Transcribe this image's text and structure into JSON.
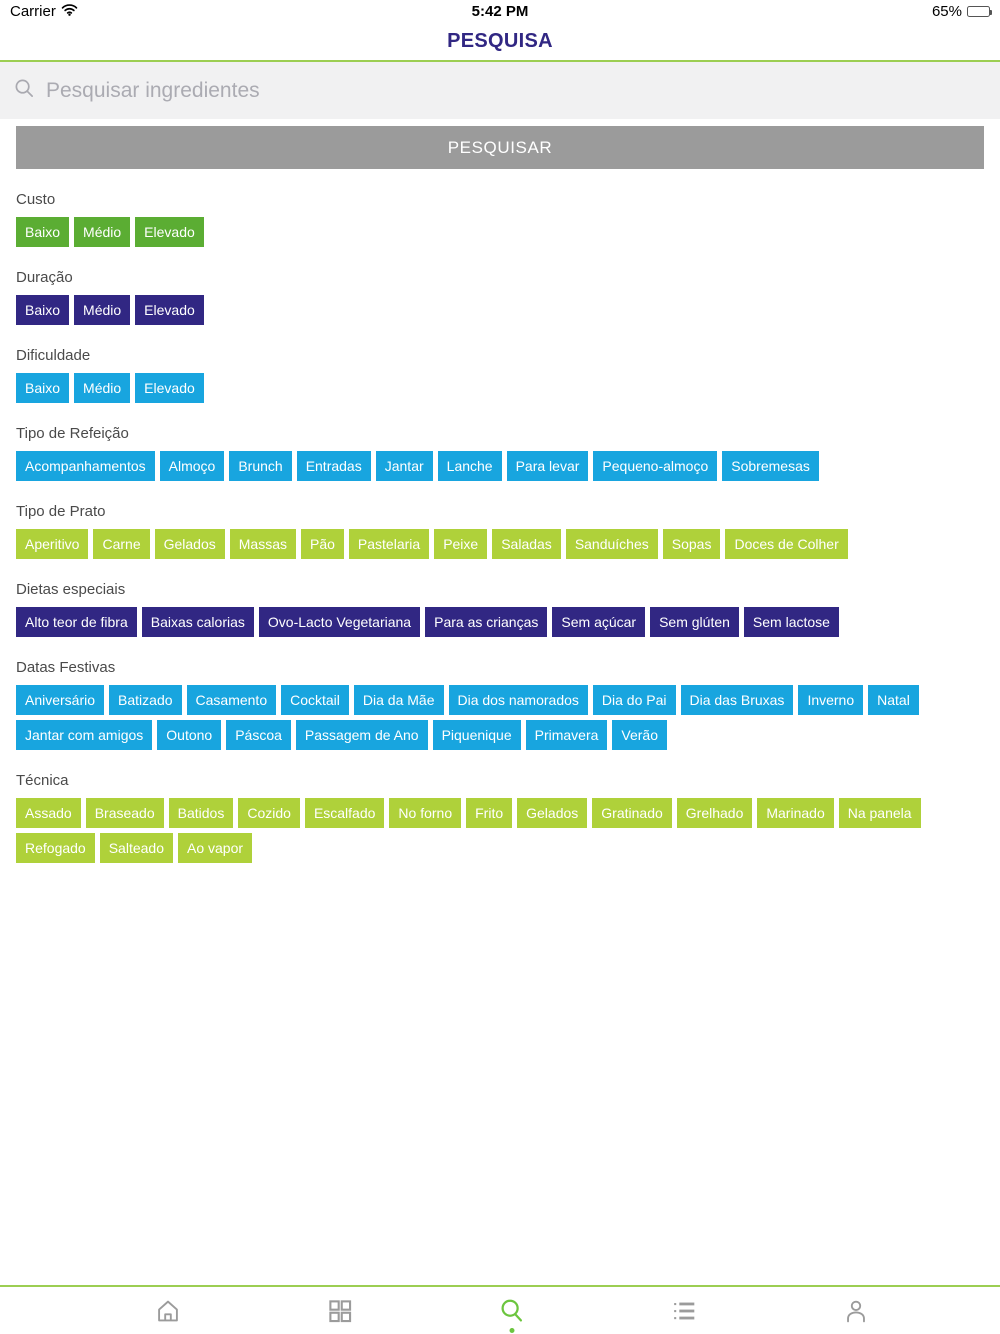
{
  "status_bar": {
    "carrier": "Carrier",
    "time": "5:42 PM",
    "battery_percent": "65%",
    "battery_level": 65
  },
  "header": {
    "title": "PESQUISA"
  },
  "search": {
    "placeholder": "Pesquisar ingredientes",
    "submit_label": "PESQUISAR"
  },
  "colors": {
    "accent": "#9CCE52",
    "title": "#312783",
    "green": "#5BAD33",
    "navy": "#312783",
    "blue": "#18A5DF",
    "lime": "#AFD13A",
    "submit_gray": "#9B9B9B",
    "tab_active": "#6CC53F",
    "tab_idle": "#9B9B9B"
  },
  "filter_sections": [
    {
      "id": "custo",
      "label": "Custo",
      "color": "green",
      "options": [
        "Baixo",
        "Médio",
        "Elevado"
      ]
    },
    {
      "id": "duracao",
      "label": "Duração",
      "color": "navy",
      "options": [
        "Baixo",
        "Médio",
        "Elevado"
      ]
    },
    {
      "id": "dificuldade",
      "label": "Dificuldade",
      "color": "blue",
      "options": [
        "Baixo",
        "Médio",
        "Elevado"
      ]
    },
    {
      "id": "tipo-de-refeicao",
      "label": "Tipo de Refeição",
      "color": "blue",
      "options": [
        "Acompanhamentos",
        "Almoço",
        "Brunch",
        "Entradas",
        "Jantar",
        "Lanche",
        "Para levar",
        "Pequeno-almoço",
        "Sobremesas"
      ]
    },
    {
      "id": "tipo-de-prato",
      "label": "Tipo de Prato",
      "color": "lime",
      "options": [
        "Aperitivo",
        "Carne",
        "Gelados",
        "Massas",
        "Pão",
        "Pastelaria",
        "Peixe",
        "Saladas",
        "Sanduíches",
        "Sopas",
        "Doces de Colher"
      ]
    },
    {
      "id": "dietas-especiais",
      "label": "Dietas especiais",
      "color": "navy",
      "options": [
        "Alto teor de fibra",
        "Baixas calorias",
        "Ovo-Lacto Vegetariana",
        "Para as crianças",
        "Sem açúcar",
        "Sem glúten",
        "Sem lactose"
      ]
    },
    {
      "id": "datas-festivas",
      "label": "Datas Festivas",
      "color": "blue",
      "options": [
        "Aniversário",
        "Batizado",
        "Casamento",
        "Cocktail",
        "Dia da Mãe",
        "Dia dos namorados",
        "Dia do Pai",
        "Dia das Bruxas",
        "Inverno",
        "Natal",
        "Jantar com amigos",
        "Outono",
        "Páscoa",
        "Passagem de Ano",
        "Piquenique",
        "Primavera",
        "Verão"
      ]
    },
    {
      "id": "tecnica",
      "label": "Técnica",
      "color": "lime",
      "options": [
        "Assado",
        "Braseado",
        "Batidos",
        "Cozido",
        "Escalfado",
        "No forno",
        "Frito",
        "Gelados",
        "Gratinado",
        "Grelhado",
        "Marinado",
        "Na panela",
        "Refogado",
        "Salteado",
        "Ao vapor"
      ]
    }
  ],
  "tab_bar": {
    "items": [
      {
        "id": "home",
        "icon": "home-icon",
        "active": false
      },
      {
        "id": "categories",
        "icon": "grid-icon",
        "active": false
      },
      {
        "id": "search",
        "icon": "search-icon",
        "active": true
      },
      {
        "id": "list",
        "icon": "list-icon",
        "active": false
      },
      {
        "id": "profile",
        "icon": "person-icon",
        "active": false
      }
    ]
  }
}
